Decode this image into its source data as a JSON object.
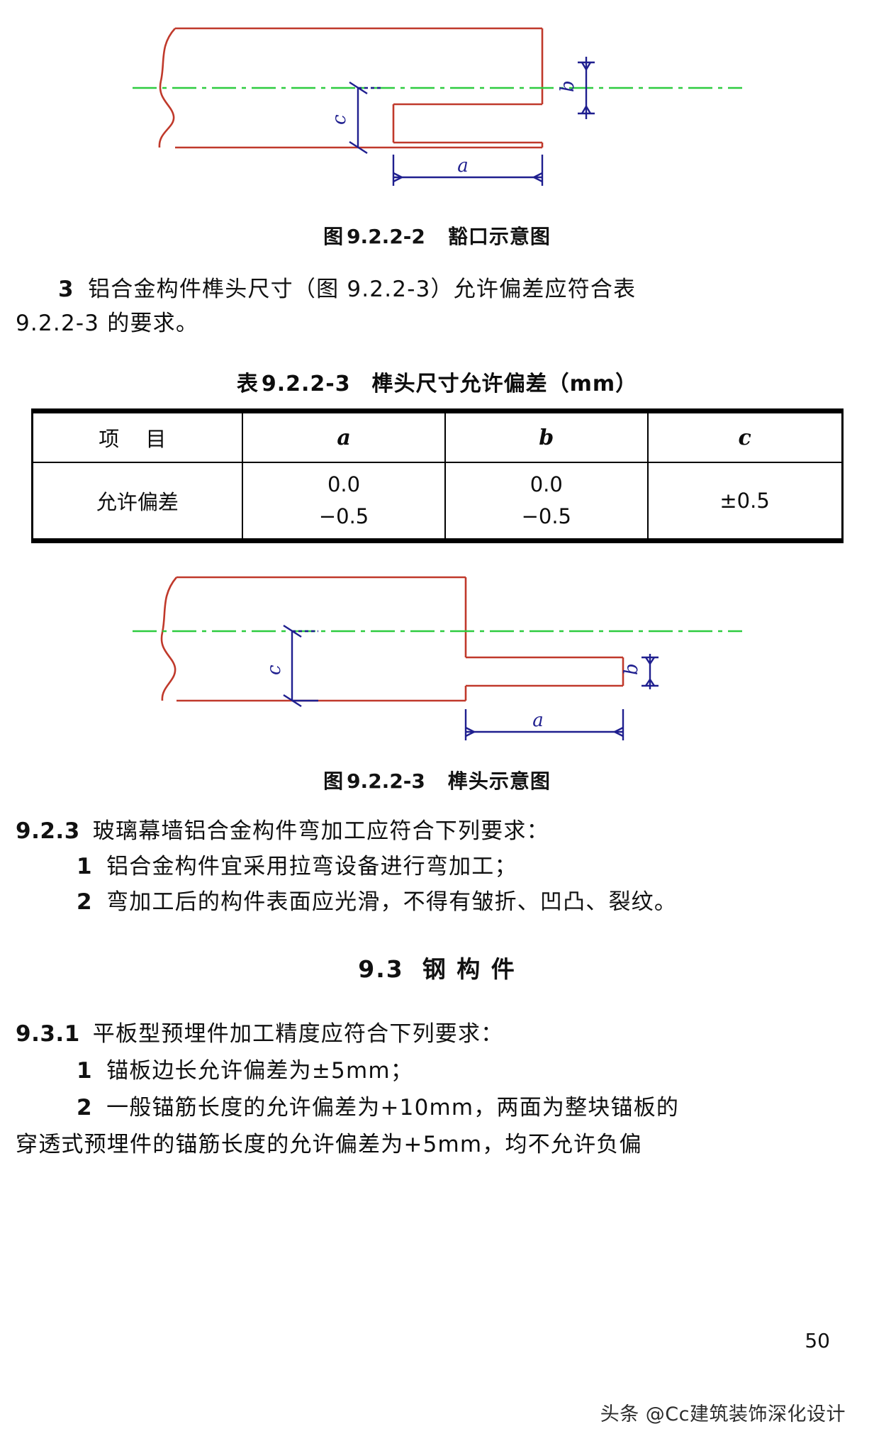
{
  "page": {
    "number": "50",
    "watermark": "头条 @Cc建筑装饰深化设计"
  },
  "figure1": {
    "caption_prefix": "图",
    "caption_number": "9.2.2-2",
    "caption_text": "豁口示意图",
    "dim_a": "a",
    "dim_b": "b",
    "dim_c": "c",
    "outline_color": "#c0392b",
    "centerline_color": "#2ecc40",
    "dimension_color": "#1f1f8f"
  },
  "paragraph3": {
    "number": "3",
    "text": "铝合金构件榫头尺寸（图 9.2.2-3）允许偏差应符合表",
    "line2": "9.2.2-3 的要求。"
  },
  "table": {
    "title_prefix": "表",
    "title_number": "9.2.2-3",
    "title_text": "榫头尺寸允许偏差（mm）",
    "headers": [
      "项  目",
      "a",
      "b",
      "c"
    ],
    "rows": [
      {
        "label": "允许偏差",
        "a_upper": "0.0",
        "a_lower": "−0.5",
        "b_upper": "0.0",
        "b_lower": "−0.5",
        "c_value": "±0.5"
      }
    ]
  },
  "figure2": {
    "caption_prefix": "图",
    "caption_number": "9.2.2-3",
    "caption_text": "榫头示意图",
    "dim_a": "a",
    "dim_b": "b",
    "dim_c": "c",
    "outline_color": "#c0392b",
    "centerline_color": "#2ecc40",
    "dimension_color": "#1f1f8f"
  },
  "clause_923": {
    "number": "9.2.3",
    "text": "玻璃幕墙铝合金构件弯加工应符合下列要求：",
    "items": [
      {
        "number": "1",
        "text": "铝合金构件宜采用拉弯设备进行弯加工；"
      },
      {
        "number": "2",
        "text": "弯加工后的构件表面应光滑，不得有皱折、凹凸、裂纹。"
      }
    ]
  },
  "section_93": {
    "number": "9.3",
    "title": "钢   构   件"
  },
  "clause_931": {
    "number": "9.3.1",
    "text": "平板型预埋件加工精度应符合下列要求：",
    "items": [
      {
        "number": "1",
        "text": "锚板边长允许偏差为±5mm；"
      },
      {
        "number": "2",
        "text": "一般锚筋长度的允许偏差为+10mm，两面为整块锚板的"
      }
    ],
    "continuation": "穿透式预埋件的锚筋长度的允许偏差为+5mm，均不允许负偏"
  }
}
